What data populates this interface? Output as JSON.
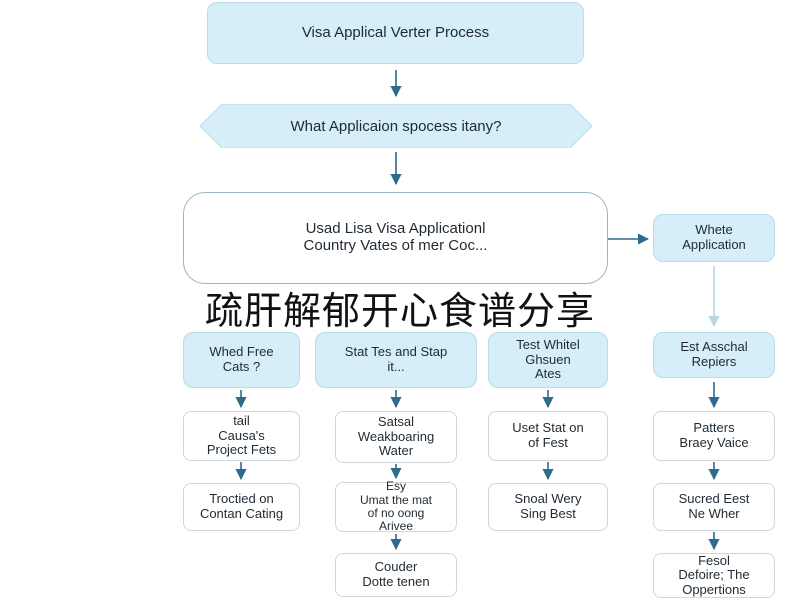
{
  "title_box": "Visa Applical Verter Process",
  "decision": "What Applicaion spocess itany?",
  "main_box": {
    "line1": "Usad Lisa Visa Applicationl",
    "line2": "Country Vates of mer Coc..."
  },
  "side_box": {
    "line1": "Whete",
    "line2": "Application"
  },
  "overlay_text": "疏肝解郁开心食谱分享",
  "columns": [
    {
      "header": [
        "Whed Free",
        "Cats ?"
      ],
      "steps": [
        [
          "tail",
          "Causa's",
          "Project Fets"
        ],
        [
          "Troctied on",
          "Contan Cating"
        ]
      ]
    },
    {
      "header": [
        "Stat Tes and Stap",
        "it..."
      ],
      "steps": [
        [
          "Satsal",
          "Weakboaring",
          "Water"
        ],
        [
          "Esy",
          "Umat the mat",
          "of no oong",
          "Arivee"
        ],
        [
          "Couder",
          "Dotte tenen"
        ]
      ]
    },
    {
      "header": [
        "Test Whitel",
        "Ghsuen",
        "Ates"
      ],
      "steps": [
        [
          "Uset Stat on",
          "of Fest"
        ],
        [
          "Snoal Wery",
          "Sing Best"
        ]
      ]
    },
    {
      "header": [
        "Est Asschal",
        "Repiers"
      ],
      "steps": [
        [
          "Patters",
          "Braey Vaice"
        ],
        [
          "Sucred Eest",
          "Ne Wher"
        ],
        [
          "Fesol",
          "Defoire; The",
          "Oppertions"
        ]
      ]
    }
  ],
  "colors": {
    "box_fill": "#d5eef8",
    "box_border": "#b7dcea",
    "arrow": "#2f6b8f",
    "light_arrow": "#b9d6e6"
  }
}
